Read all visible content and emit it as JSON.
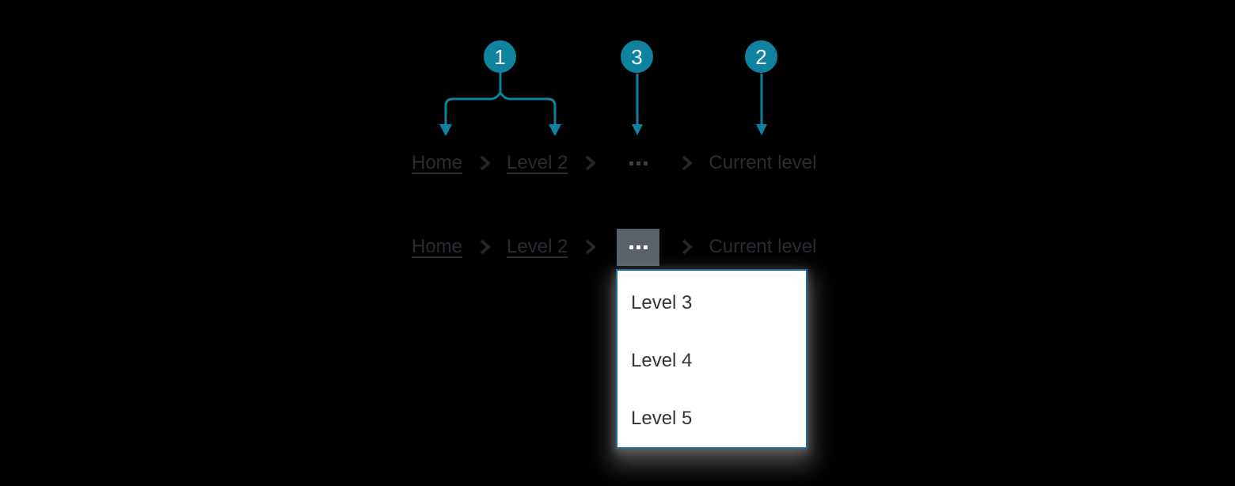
{
  "colors": {
    "background": "#000000",
    "callout_teal": "#0e829e",
    "breadcrumb_text": "#2b2b33",
    "ellipsis_dots": "#3f3f46",
    "overflow_button_bg": "#5a616b",
    "overflow_button_dots": "#ffffff",
    "dropdown_border": "#1d6c9e",
    "dropdown_bg": "#ffffff"
  },
  "icons": {
    "separator": "chevron-right-icon",
    "overflow": "ellipsis-icon"
  },
  "callouts": [
    {
      "number": "1"
    },
    {
      "number": "3"
    },
    {
      "number": "2"
    }
  ],
  "breadcrumb": {
    "home_label": "Home",
    "level2_label": "Level 2",
    "ellipsis_glyph": "···",
    "current_label": "Current level"
  },
  "dropdown": {
    "items": [
      {
        "label": "Level 3"
      },
      {
        "label": "Level 4"
      },
      {
        "label": "Level 5"
      }
    ]
  }
}
